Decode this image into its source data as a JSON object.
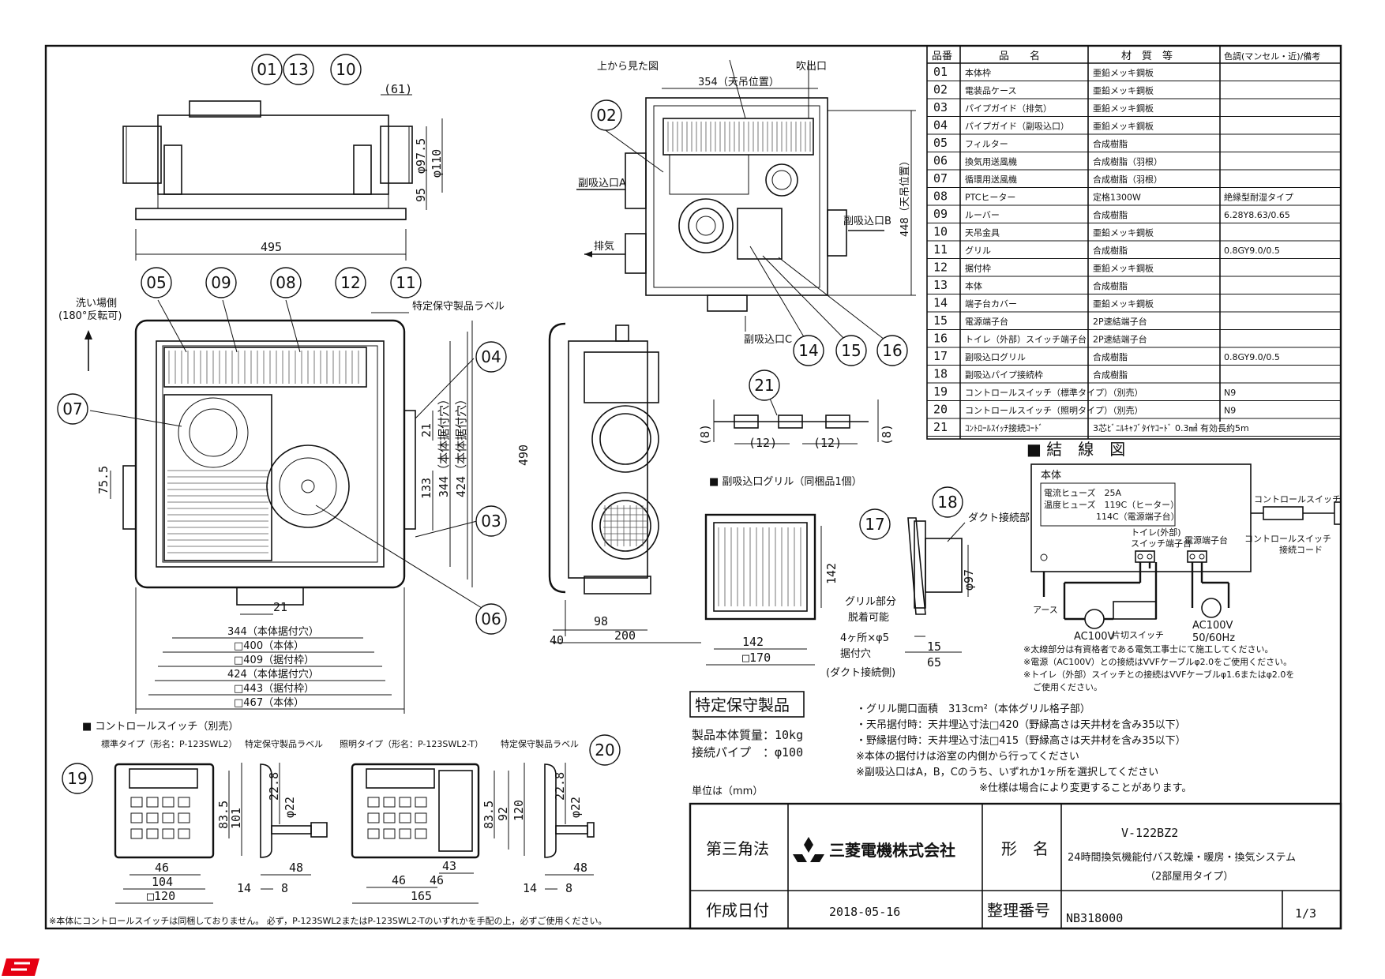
{
  "parts_table": {
    "headers": [
      "品番",
      "品　　名",
      "材　質　等",
      "色調(マンセル・近)/備考"
    ],
    "rows": [
      {
        "no": "01",
        "name": "本体枠",
        "material": "亜鉛メッキ鋼板",
        "note": ""
      },
      {
        "no": "02",
        "name": "電装品ケース",
        "material": "亜鉛メッキ鋼板",
        "note": ""
      },
      {
        "no": "03",
        "name": "パイプガイド（排気）",
        "material": "亜鉛メッキ鋼板",
        "note": ""
      },
      {
        "no": "04",
        "name": "パイプガイド（副吸込口）",
        "material": "亜鉛メッキ鋼板",
        "note": ""
      },
      {
        "no": "05",
        "name": "フィルター",
        "material": "合成樹脂",
        "note": ""
      },
      {
        "no": "06",
        "name": "換気用送風機",
        "material": "合成樹脂（羽根）",
        "note": ""
      },
      {
        "no": "07",
        "name": "循環用送風機",
        "material": "合成樹脂（羽根）",
        "note": ""
      },
      {
        "no": "08",
        "name": "PTCヒーター",
        "material": "定格1300W",
        "note": "絶縁型耐湿タイプ"
      },
      {
        "no": "09",
        "name": "ルーバー",
        "material": "合成樹脂",
        "note": "6.28Y8.63/0.65"
      },
      {
        "no": "10",
        "name": "天吊金具",
        "material": "亜鉛メッキ鋼板",
        "note": ""
      },
      {
        "no": "11",
        "name": "グリル",
        "material": "合成樹脂",
        "note": "0.8GY9.0/0.5"
      },
      {
        "no": "12",
        "name": "据付枠",
        "material": "亜鉛メッキ鋼板",
        "note": ""
      },
      {
        "no": "13",
        "name": "本体",
        "material": "合成樹脂",
        "note": ""
      },
      {
        "no": "14",
        "name": "端子台カバー",
        "material": "亜鉛メッキ鋼板",
        "note": ""
      },
      {
        "no": "15",
        "name": "電源端子台",
        "material": "2P速結端子台",
        "note": ""
      },
      {
        "no": "16",
        "name": "トイレ（外部）スイッチ端子台",
        "material": "2P速結端子台",
        "note": ""
      },
      {
        "no": "17",
        "name": "副吸込口グリル",
        "material": "合成樹脂",
        "note": "0.8GY9.0/0.5"
      },
      {
        "no": "18",
        "name": "副吸込パイプ接続枠",
        "material": "合成樹脂",
        "note": ""
      },
      {
        "no": "19",
        "name": "コントロールスイッチ（標準タイプ）（別売）",
        "material": "",
        "note": "N9"
      },
      {
        "no": "20",
        "name": "コントロールスイッチ（照明タイプ）（別売）",
        "material": "",
        "note": "N9"
      },
      {
        "no": "21",
        "name": "ｺﾝﾄﾛｰﾙｽｲｯﾁ接続ｺｰﾄﾞ",
        "material": "3芯ﾋﾞﾆﾙｷｬﾌﾞﾀｲﾔｺｰﾄﾞ 0.3㎟ 有効長約5m",
        "note": ""
      }
    ]
  },
  "views": {
    "top_view_title": "上から見た図",
    "outlet": "吹出口",
    "aux_a": "副吸込口A",
    "aux_b": "副吸込口B",
    "aux_c": "副吸込口C",
    "exhaust": "排気",
    "wash_side": "洗い場側",
    "rotatable": "(180°反転可)",
    "label_tag": "特定保守製品ラベル",
    "dim_354": "354（天吊位置）",
    "dim_448": "448（天吊位置）"
  },
  "balloons": [
    "01",
    "13",
    "10",
    "02",
    "05",
    "09",
    "08",
    "12",
    "11",
    "04",
    "07",
    "03",
    "06",
    "14",
    "15",
    "16",
    "21",
    "17",
    "18",
    "19",
    "20"
  ],
  "dims": {
    "d61": "(61)",
    "d975": "φ97.5",
    "d110": "φ110",
    "d95": "95",
    "d495": "495",
    "d755": "75.5",
    "d490": "490",
    "d21a": "21",
    "d133": "133",
    "d344v": "344（本体据付穴）",
    "d424v": "424（本体据付穴）",
    "d21b": "21",
    "w344": "344（本体据付穴）",
    "w400": "□400（本体）",
    "w409": "□409（据付枠）",
    "w424": "424（本体据付穴）",
    "w443": "□443（据付枠）",
    "w467": "□467（本体）",
    "d98": "98",
    "d40": "40",
    "d200": "200",
    "d8a": "(8)",
    "d12a": "(12)",
    "d12b": "(12)",
    "d8b": "(8)"
  },
  "aux_grille": {
    "title": "■ 副吸込口グリル（同梱品1個）",
    "d142v": "142",
    "d142h": "142",
    "d170": "□170",
    "d97": "φ97",
    "d15": "15",
    "d65": "65",
    "duct": "ダクト接続部",
    "grille_part": "グリル部分",
    "removable": "脱着可能",
    "holes": "4ヶ所×φ5",
    "holes2": "据付穴",
    "duct_side": "(ダクト接続側)"
  },
  "wiring": {
    "title": "■ 結　線　図",
    "body": "本体",
    "fuse1": "電流ヒューズ　25A",
    "fuse2": "温度ヒューズ　119C（ヒーター）",
    "fuse3": "114C（電源端子台）",
    "toilet_term": "トイレ(外部)",
    "toilet_term2": "スイッチ端子台",
    "power_term": "電源端子台",
    "control_sw": "コントロールスイッチ",
    "control_cord": "コントロールスイッチ",
    "control_cord2": "接続コード",
    "earth": "アース",
    "ac100": "AC100V",
    "ac100b": "AC100V",
    "hz": "50/60Hz",
    "switch": "片切スイッチ",
    "note1": "※太線部分は有資格者である電気工事士にて施工してください。",
    "note2": "※電源（AC100V）との接続はVVFケーブルφ2.0をご使用ください。",
    "note3": "※トイレ（外部）スイッチとの接続はVVFケーブルφ1.6またはφ2.0を",
    "note4": "ご使用ください。"
  },
  "specs": {
    "badge": "特定保守製品",
    "weight": "製品本体質量：10kg",
    "pipe": "接続パイプ　：φ100",
    "area": "・グリル開口面積　313cm²（本体グリル格子部）",
    "ceil1": "・天吊据付時：天井埋込寸法□420（野縁高さは天井材を含み35以下）",
    "ceil2": "・野縁据付時：天井埋込寸法□415（野縁高さは天井材を含み35以下）",
    "n1": "※本体の据付けは浴室の内側から行ってください",
    "n2": "※副吸込口はA，B，Cのうち、いずれか1ヶ所を選択してください",
    "n3": "※仕様は場合により変更することがあります。",
    "unit": "単位は（mm）"
  },
  "control_switch": {
    "title": "■ コントロールスイッチ（別売）",
    "std": "標準タイプ（形名：P-123SWL2）",
    "light": "照明タイプ（形名：P-123SWL2-T）",
    "label": "特定保守製品ラベル",
    "label2": "特定保守製品ラベル",
    "d835a": "83.5",
    "d101": "101",
    "d228a": "22.8",
    "d22a": "φ22",
    "d46a": "46",
    "d104": "104",
    "d120a": "□120",
    "d14a": "14",
    "d8a": "8",
    "d48a": "48",
    "d835b": "83.5",
    "d92": "92",
    "d120b": "120",
    "d228b": "22.8",
    "d22b": "φ22",
    "d46b": "46",
    "d46c": "46",
    "d43": "43",
    "d165": "165",
    "d14b": "14",
    "d8b": "8",
    "d48b": "48",
    "footer": "※本体にコントロールスイッチは同梱しておりません。 必ず，P-123SWL2またはP-123SWL2-Tのいずれかを手配の上，必ずご使用ください。"
  },
  "title_block": {
    "projection": "第三角法",
    "company": "三菱電機株式会社",
    "model_label": "形　名",
    "model": "V-122BZ2",
    "desc1": "24時間換気機能付バス乾燥・暖房・換気システム",
    "desc2": "（2部屋用タイプ）",
    "date_label": "作成日付",
    "date": "2018-05-16",
    "num_label": "整理番号",
    "num": "NB318000",
    "sheet": "1/3"
  },
  "colors": {
    "brand_red": "#e60012",
    "line": "#111111"
  }
}
